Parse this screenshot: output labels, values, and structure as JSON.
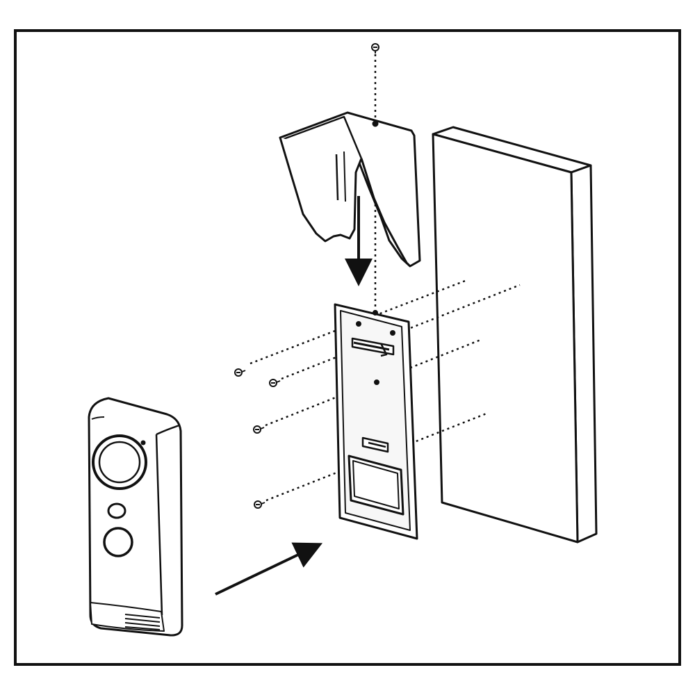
{
  "diagram": {
    "kind": "exploded-installation-view",
    "parts": [
      {
        "id": "rain-cover",
        "icon": "rain-hood-shape"
      },
      {
        "id": "mounting-bracket",
        "icon": "backplate-shape"
      },
      {
        "id": "wall",
        "icon": "wall-block-shape"
      },
      {
        "id": "doorbell-unit",
        "icon": "video-doorbell-shape"
      },
      {
        "id": "screws",
        "icon": "screw-icon",
        "count": 5
      }
    ],
    "arrows": [
      {
        "id": "cover-down-arrow",
        "direction": "down"
      },
      {
        "id": "doorbell-insert-arrow",
        "direction": "up-right"
      }
    ],
    "colors": {
      "line": "#111111",
      "background": "#ffffff",
      "shade": "#f2f2f2"
    }
  }
}
